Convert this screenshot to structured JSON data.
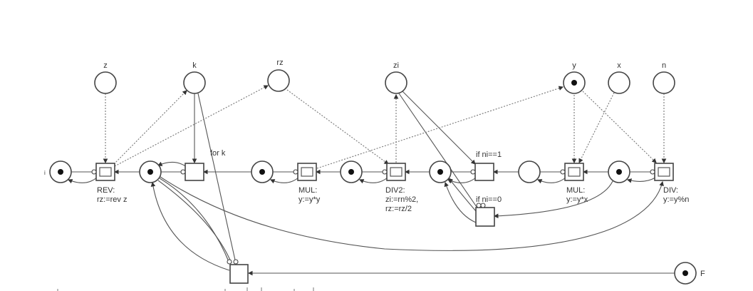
{
  "diagram": {
    "type": "petri-net",
    "places": [
      {
        "id": "z",
        "label": "z",
        "tokens": 0
      },
      {
        "id": "k",
        "label": "k",
        "tokens": 0
      },
      {
        "id": "rz",
        "label": "rz",
        "tokens": 0
      },
      {
        "id": "zi",
        "label": "zi",
        "tokens": 0
      },
      {
        "id": "y",
        "label": "y",
        "tokens": 1
      },
      {
        "id": "x",
        "label": "x",
        "tokens": 0
      },
      {
        "id": "n",
        "label": "n",
        "tokens": 0
      },
      {
        "id": "i",
        "label": "i",
        "tokens": 1
      },
      {
        "id": "p1",
        "label": "",
        "tokens": 1
      },
      {
        "id": "p2",
        "label": "",
        "tokens": 1
      },
      {
        "id": "p3",
        "label": "",
        "tokens": 1
      },
      {
        "id": "p4",
        "label": "",
        "tokens": 1
      },
      {
        "id": "p5",
        "label": "",
        "tokens": 0
      },
      {
        "id": "p6",
        "label": "",
        "tokens": 1
      },
      {
        "id": "F",
        "label": "F",
        "tokens": 1
      }
    ],
    "transitions": [
      {
        "id": "rev",
        "label_line1": "REV:",
        "label_line2": "rz:=rev z",
        "label_line3": ""
      },
      {
        "id": "fork",
        "label_line1": "for k",
        "label_line2": "",
        "label_line3": ""
      },
      {
        "id": "mul1",
        "label_line1": "MUL:",
        "label_line2": "y:=y*y",
        "label_line3": ""
      },
      {
        "id": "div2",
        "label_line1": "DIV2:",
        "label_line2": "zi:=rn%2,",
        "label_line3": "rz:=rz/2"
      },
      {
        "id": "if1",
        "label_line1": "if ni==1",
        "label_line2": "",
        "label_line3": ""
      },
      {
        "id": "if0",
        "label_line1": "if ni==0",
        "label_line2": "",
        "label_line3": ""
      },
      {
        "id": "mul2",
        "label_line1": "MUL:",
        "label_line2": "y:=y*x",
        "label_line3": ""
      },
      {
        "id": "div",
        "label_line1": "DIV:",
        "label_line2": "y:=y%n",
        "label_line3": ""
      },
      {
        "id": "final",
        "label_line1": "",
        "label_line2": "",
        "label_line3": ""
      }
    ]
  }
}
